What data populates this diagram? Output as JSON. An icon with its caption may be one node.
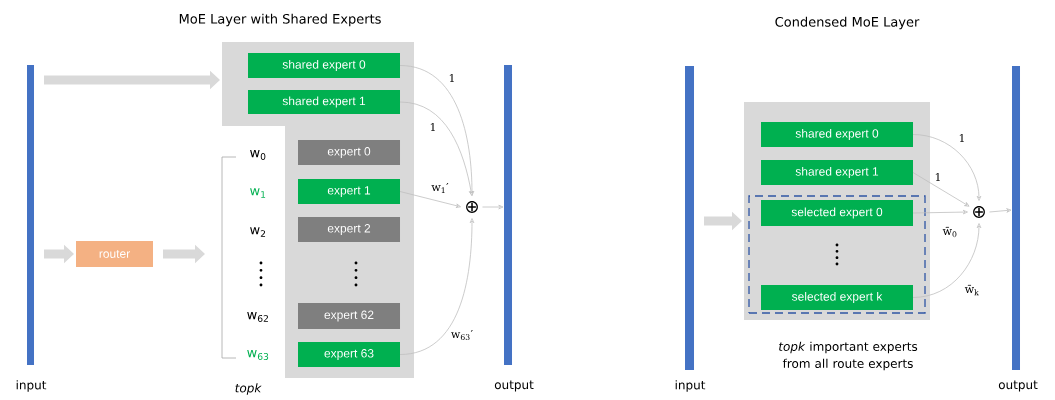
{
  "diagram": {
    "nodes": [
      {
        "text": [],
        "shape": "bar",
        "beside": [
          "input"
        ]
      },
      {
        "text": [],
        "shape": "box"
      },
      {
        "text": [
          "shared expert 0"
        ],
        "in": 1
      },
      {
        "text": [
          "shared expert 1"
        ],
        "in": 1
      },
      {
        "text": [
          "expert 0"
        ],
        "in": 1
      },
      {
        "text": [
          "expert 1"
        ],
        "in": 1
      },
      {
        "text": [
          "expert 2"
        ],
        "in": 1
      },
      {
        "text": [
          "expert 62"
        ],
        "in": 1
      },
      {
        "text": [
          "expert 63"
        ],
        "in": 1
      },
      {
        "text": [
          "router"
        ]
      },
      {
        "text": [
          "⊕"
        ]
      },
      {
        "text": [],
        "shape": "bar",
        "beside": [
          "output"
        ]
      },
      {
        "text": [],
        "shape": "bar",
        "beside": [
          "input"
        ]
      },
      {
        "text": [],
        "shape": "box",
        "beside": [
          "*topk* important experts from all route experts"
        ]
      },
      {
        "text": [],
        "shape": "box",
        "in": 13
      },
      {
        "text": [
          "shared expert 0"
        ],
        "in": 13
      },
      {
        "text": [
          "shared expert 1"
        ],
        "in": 13
      },
      {
        "text": [
          "selected expert 0"
        ],
        "in": 14
      },
      {
        "text": [
          "selected expert k"
        ],
        "in": 14
      },
      {
        "text": [
          "⊕"
        ]
      },
      {
        "text": [],
        "shape": "bar",
        "beside": [
          "output"
        ]
      }
    ],
    "edges": [
      {
        "from": 0,
        "to": 1,
        "arrow": "to",
        "style": "thick",
        "color": "#d9d9d9"
      },
      {
        "from": 0,
        "to": 9,
        "arrow": "to",
        "style": "thick",
        "color": "#d9d9d9"
      },
      {
        "from": 9,
        "to": null,
        "arrow": "to",
        "style": "thick",
        "color": "#d9d9d9"
      },
      {
        "from": 2,
        "to": 10,
        "arrow": "to",
        "label": "1"
      },
      {
        "from": 3,
        "to": 10,
        "arrow": "to",
        "label": "1"
      },
      {
        "from": 5,
        "to": 10,
        "arrow": "to",
        "label": "w$_{1}$′"
      },
      {
        "from": 8,
        "to": 10,
        "arrow": "to",
        "label": "w$_{63}$′"
      },
      {
        "from": 10,
        "to": 11,
        "arrow": "to"
      },
      {
        "from": 12,
        "to": 13,
        "arrow": "to",
        "style": "thick",
        "color": "#d9d9d9"
      },
      {
        "from": 15,
        "to": 19,
        "arrow": "to",
        "label": "1"
      },
      {
        "from": 16,
        "to": 19,
        "arrow": "to",
        "label": "1"
      },
      {
        "from": 17,
        "to": 19,
        "arrow": "to",
        "label": "w̄$_{0}$"
      },
      {
        "from": 18,
        "to": 19,
        "arrow": "to",
        "label": "w̄$_{k}$"
      },
      {
        "from": 19,
        "to": 20,
        "arrow": "to"
      }
    ],
    "labels": [
      "MoE Layer with Shared Experts",
      "Condensed MoE Layer",
      "w$_{0}$",
      "w$_{1}$",
      "w$_{2}$",
      "w$_{62}$",
      "w$_{63}$",
      "topk"
    ]
  }
}
